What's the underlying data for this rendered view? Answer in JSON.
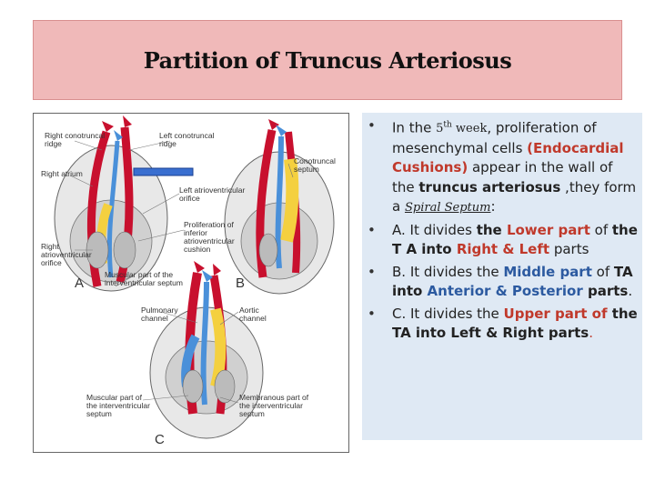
{
  "title": "Partition of Truncus Arteriosus",
  "figure": {
    "labels": {
      "right_conotruncal_ridge": "Right conotruncal ridge",
      "left_conotruncal_ridge": "Left conotruncal ridge",
      "right_atrium": "Right atrium",
      "conotruncal_septum": "Conotruncal septum",
      "left_atrioventricular_orifice": "Left atrioventricular orifice",
      "proliferation_inferior_cushion": "Proliferation of inferior atrioventricular cushion",
      "right_atrioventricular_orifice": "Right atrioventricular orifice",
      "muscular_part_septum_top": "Muscular part of the interventricular septum",
      "pulmonary_channel": "Pulmonary channel",
      "aortic_channel": "Aortic channel",
      "muscular_part_septum_bottom": "Muscular part of the interventricular septum",
      "membranous_part": "Membranous part of the interventricular septum",
      "panel_a": "A",
      "panel_b": "B",
      "panel_c": "C"
    }
  },
  "bullets": {
    "b1": {
      "p1": "In the ",
      "week_num": "5",
      "week_sup": "th",
      "week_word": " week",
      "p2": ", proliferation of mesenchymal cells ",
      "hl": "(Endocardial Cushions)",
      "p3": " appear in the wall of the ",
      "bold": "truncus arteriosus",
      "p4": " ,they form a ",
      "spiral": "Spiral Septum",
      "colon": ":"
    },
    "b2": {
      "p1": "A. It divides ",
      "b1": "the ",
      "hl1": "Lower part",
      "p2": " of ",
      "b2": "the T A into ",
      "hl2": "Right & Left",
      "p3": " parts"
    },
    "b3": {
      "p1": "B. It divides the ",
      "hl1": "Middle part",
      "p2": " of ",
      "b1": "TA into ",
      "hl2": "Anterior & Posterior",
      "b2": " parts",
      "p3": "."
    },
    "b4": {
      "p1": "C. It divides the ",
      "hl1": "Upper part of",
      "b1": " the TA into Left & Right parts",
      "p2": "."
    }
  }
}
